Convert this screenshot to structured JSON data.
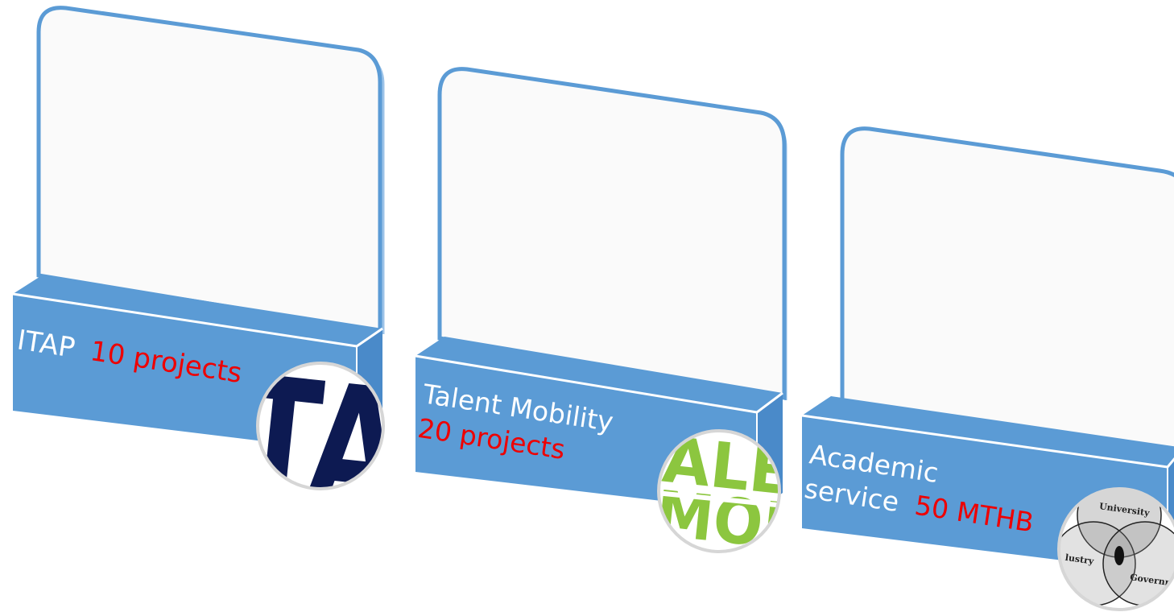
{
  "panels": [
    {
      "label": "ITAP",
      "highlight": "10 projects",
      "logo_text": "TA",
      "logo_color": "#0d1a52"
    },
    {
      "label": "Talent Mobility",
      "highlight": "20 projects",
      "logo_text_top": "ALE",
      "logo_text_bottom": "MOI",
      "logo_color": "#8cc63f"
    },
    {
      "label_line1": "Academic",
      "label_line2": "service",
      "highlight": "50 MTHB",
      "venn": {
        "top": "University",
        "left": "lustry",
        "right": "Governme"
      }
    }
  ],
  "colors": {
    "accent": "#5b9bd5",
    "card_bg": "#fafafa",
    "border": "#5b9bd5",
    "highlight": "#ee0000",
    "label": "#ffffff"
  }
}
